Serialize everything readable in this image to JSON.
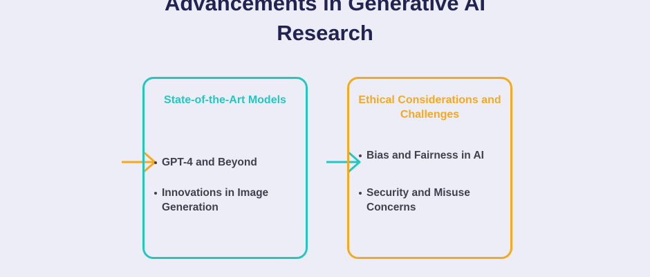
{
  "title": {
    "line1": "Advancements in Generative AI",
    "line2": "Research"
  },
  "cards": [
    {
      "heading": "State-of-the-Art Models",
      "color": "#26C6C0",
      "arrow_color": "#F4A91E",
      "items": [
        "GPT-4 and Beyond",
        "Innovations in Image Generation"
      ]
    },
    {
      "heading": "Ethical Considerations and Challenges",
      "color": "#F4A91E",
      "arrow_color": "#26C6C0",
      "items": [
        "Bias and Fairness in AI",
        "Security and Misuse Concerns"
      ]
    }
  ],
  "colors": {
    "background": "#ECEDF7",
    "title": "#232353",
    "text": "#3F3F4E"
  }
}
